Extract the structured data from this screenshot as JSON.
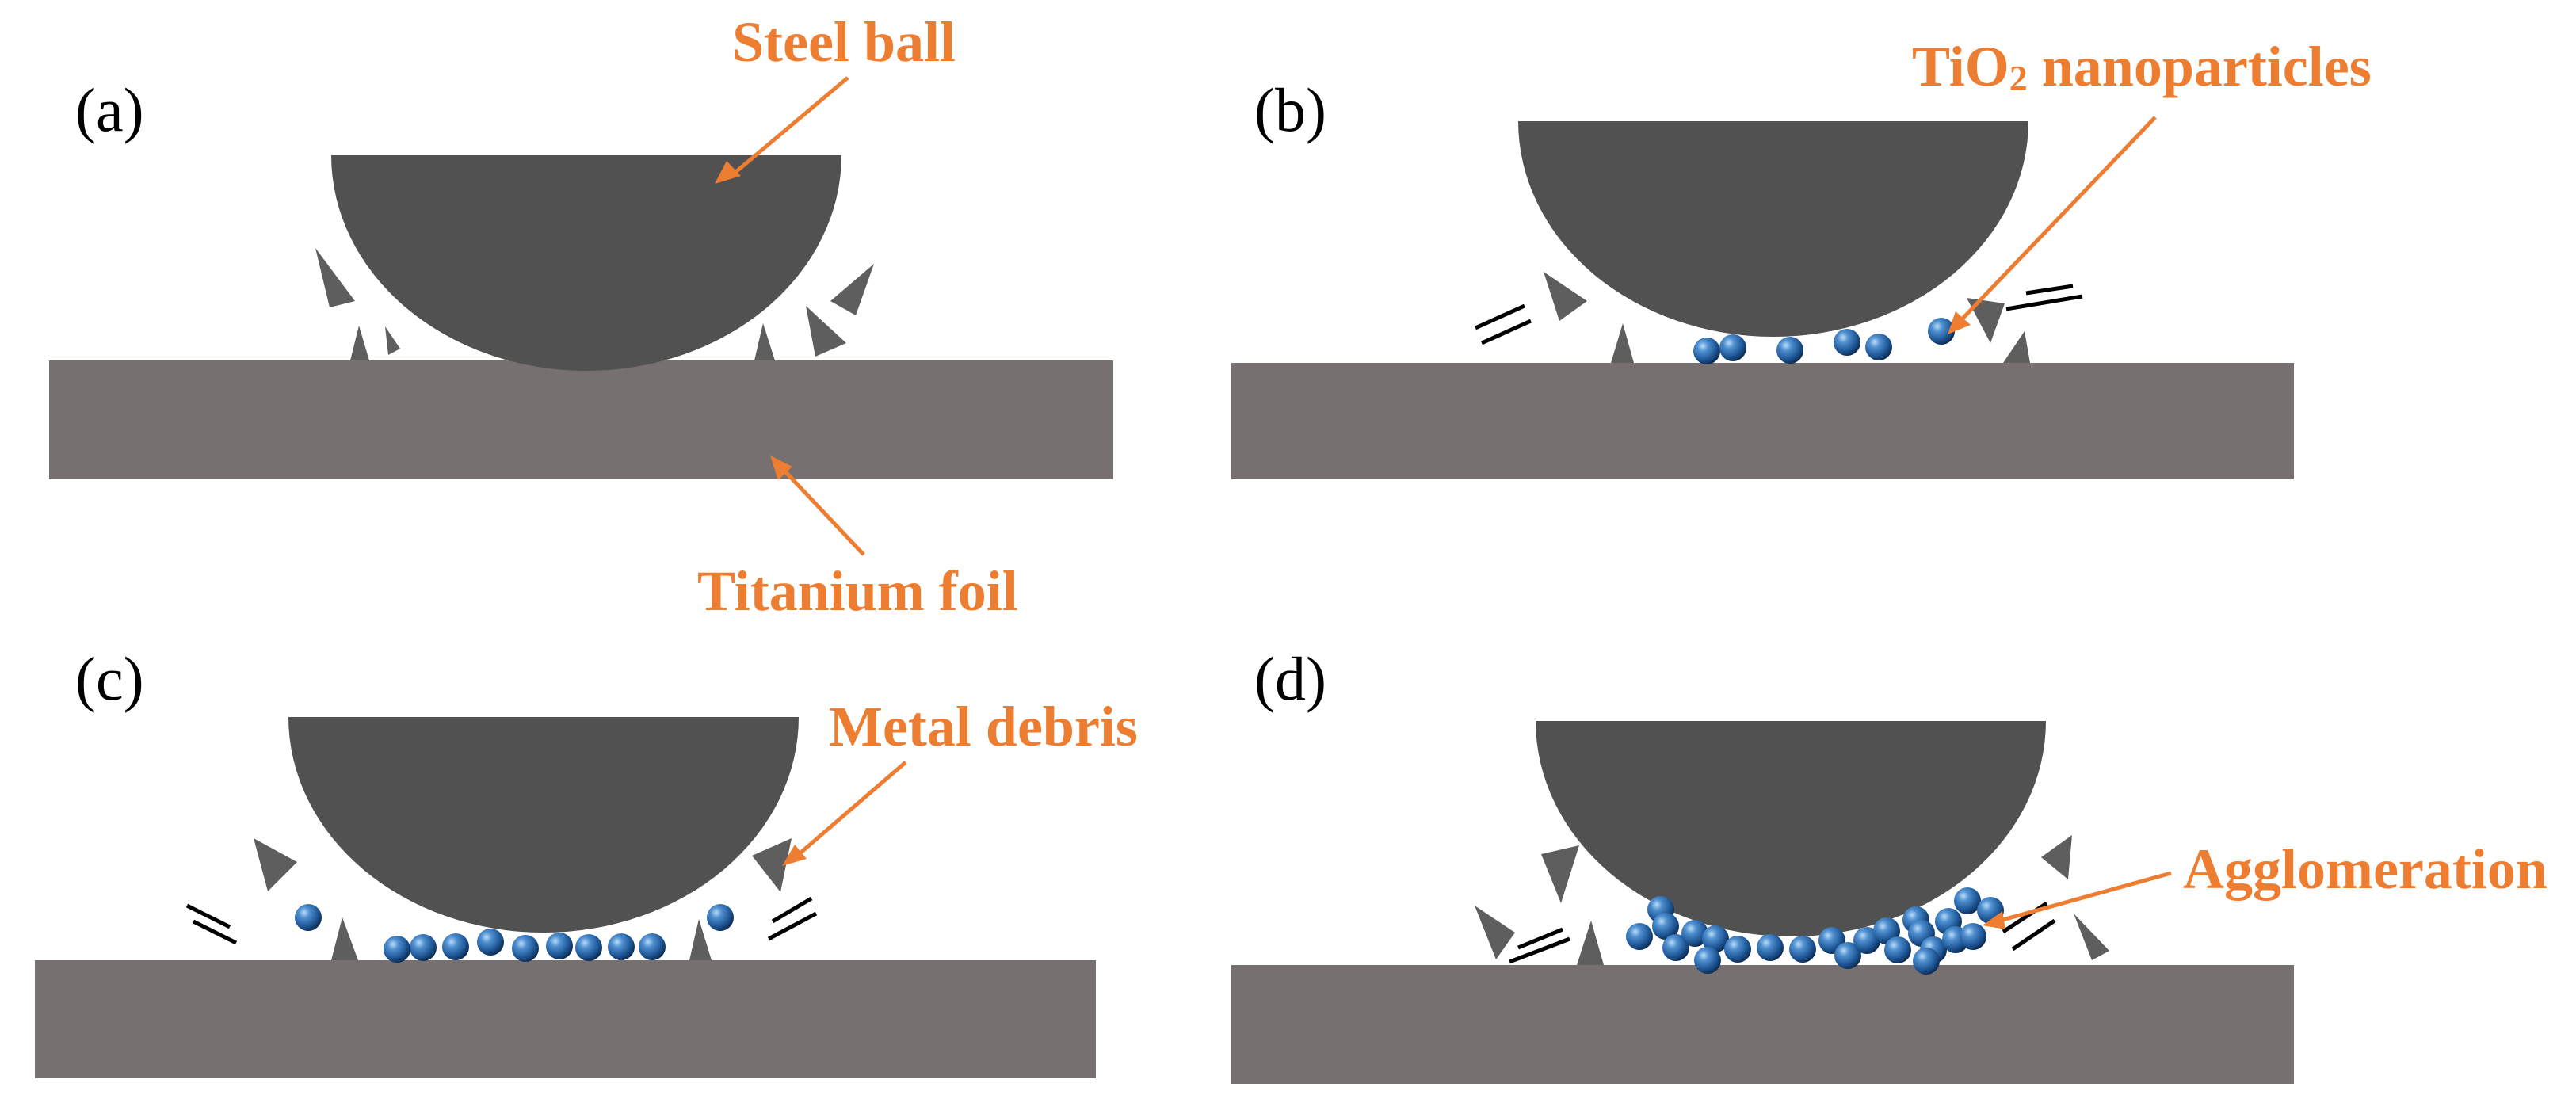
{
  "colors": {
    "ball": "#515151",
    "foil": "#767070",
    "debris": "#5e5e5e",
    "particle": "#2f6bb0",
    "particle_highlight": "#a9d2f2",
    "particle_dark": "#0d2b52",
    "annotation": "#ed7d31",
    "motion_lines": "#000000"
  },
  "panels": [
    {
      "id": "a",
      "label": "(a)"
    },
    {
      "id": "b",
      "label": "(b)"
    },
    {
      "id": "c",
      "label": "(c)"
    },
    {
      "id": "d",
      "label": "(d)"
    }
  ],
  "annotations": {
    "steel_ball": "Steel ball",
    "titanium_foil": "Titanium foil",
    "tio2_main": "TiO",
    "tio2_sub": "2",
    "tio2_rest": " nanoparticles",
    "metal_debris": "Metal debris",
    "agglomeration": "Agglomeration"
  },
  "icons": [
    "steel-ball-icon",
    "titanium-foil-icon",
    "metal-debris-icon",
    "tio2-nanoparticle-icon",
    "motion-lines-icon"
  ]
}
